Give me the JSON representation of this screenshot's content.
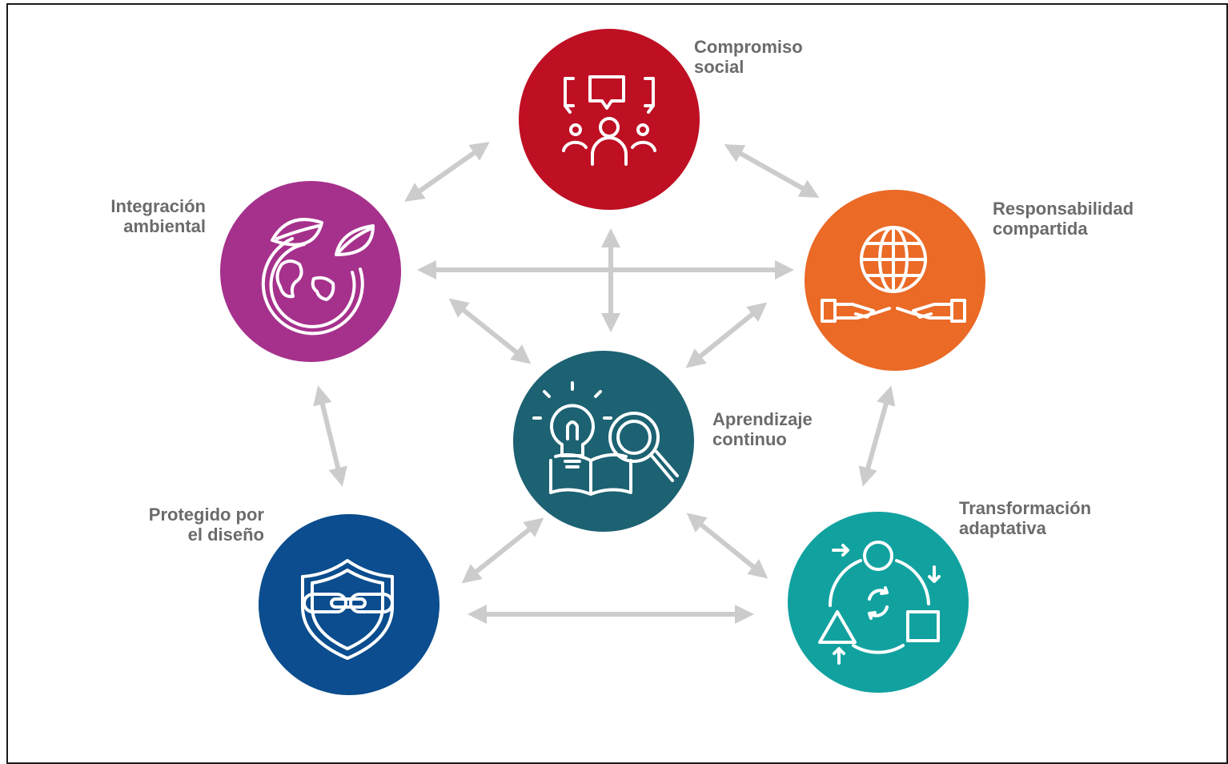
{
  "colors": {
    "arrow": "#cccccc",
    "icon_stroke": "#ffffff",
    "label_text": "#6b6b6b",
    "compromiso": "#be0f23",
    "responsabilidad": "#ea6a26",
    "integracion": "#a6318c",
    "aprendizaje": "#1c6272",
    "protegido": "#0b4d8e",
    "transformacion": "#11a2a0"
  },
  "nodes": {
    "compromiso": {
      "icon": "people-discussion-icon",
      "line1": "Compromiso",
      "line2": "social"
    },
    "responsabilidad": {
      "icon": "globe-hands-icon",
      "line1": "Responsabilidad",
      "line2": "compartida"
    },
    "integracion": {
      "icon": "earth-leaves-icon",
      "line1": "Integración",
      "line2": "ambiental"
    },
    "aprendizaje": {
      "icon": "lightbulb-book-magnifier-icon",
      "line1": "Aprendizaje",
      "line2": "continuo"
    },
    "protegido": {
      "icon": "shield-chain-icon",
      "line1": "Protegido por",
      "line2": "el diseño"
    },
    "transformacion": {
      "icon": "cycle-shapes-icon",
      "line1": "Transformación",
      "line2": "adaptativa"
    }
  },
  "connections": [
    [
      "integracion",
      "compromiso"
    ],
    [
      "compromiso",
      "responsabilidad"
    ],
    [
      "integracion",
      "responsabilidad"
    ],
    [
      "compromiso",
      "aprendizaje"
    ],
    [
      "integracion",
      "aprendizaje"
    ],
    [
      "responsabilidad",
      "aprendizaje"
    ],
    [
      "integracion",
      "protegido"
    ],
    [
      "responsabilidad",
      "transformacion"
    ],
    [
      "aprendizaje",
      "protegido"
    ],
    [
      "aprendizaje",
      "transformacion"
    ],
    [
      "protegido",
      "transformacion"
    ]
  ]
}
